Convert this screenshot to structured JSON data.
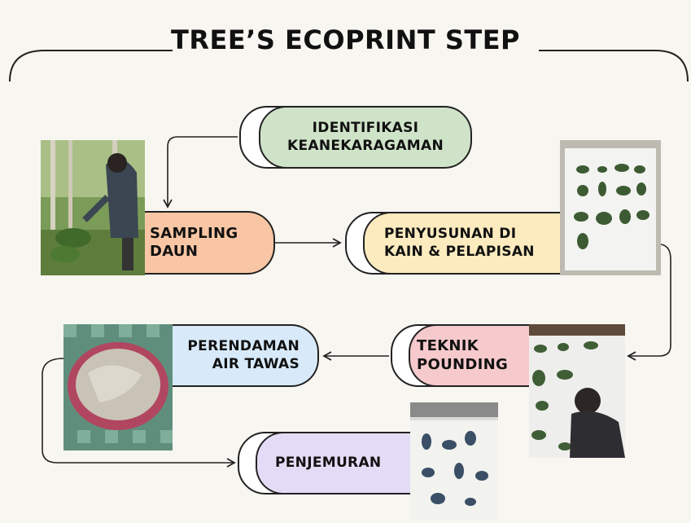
{
  "title": "TREE’S ECOPRINT STEP",
  "steps": {
    "identifikasi": {
      "label": "IDENTIFIKASI KEANEKARAGAMAN",
      "color": "#cfe3c8"
    },
    "sampling": {
      "label": "SAMPLING DAUN",
      "color": "#f8c6a4"
    },
    "penyusunan": {
      "label": "PENYUSUNAN DI KAIN & PELAPISAN",
      "color": "#fcebbf"
    },
    "teknik": {
      "label": "TEKNIK POUNDING",
      "color": "#f6c9cc"
    },
    "perendaman": {
      "label": "PERENDAMAN AIR TAWAS",
      "color": "#d8eafa"
    },
    "penjemuran": {
      "label": "PENJEMURAN",
      "color": "#e4dcf6"
    }
  },
  "photos": {
    "sampling": "photo of a person picking leaves from a plant",
    "penyusunan": "photo of leaves arranged on white fabric",
    "teknik": "photo of a person pounding leaves on fabric",
    "perendaman": "photo of fabric soaking in a red basin",
    "penjemuran": "photo of printed fabric hanging to dry"
  }
}
